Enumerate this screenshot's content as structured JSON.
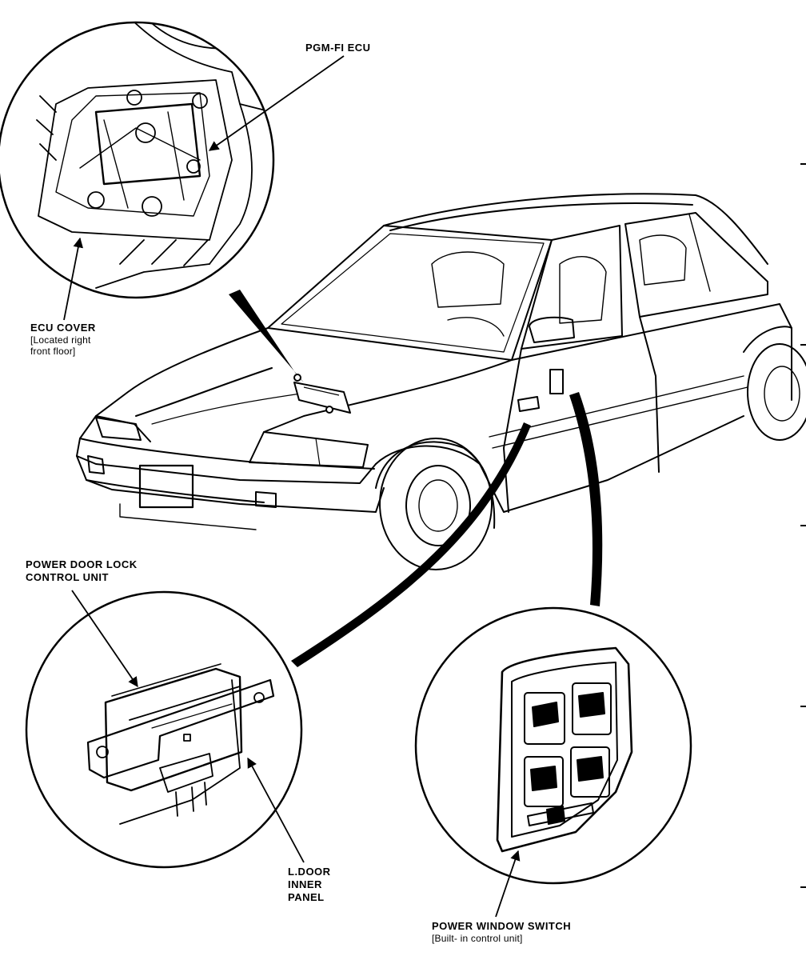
{
  "labels": {
    "pgm_fi_ecu": "PGM-FI ECU",
    "ecu_cover": "ECU COVER",
    "ecu_cover_note_1": "[Located right",
    "ecu_cover_note_2": "front floor]",
    "power_door_lock_1": "POWER DOOR LOCK",
    "power_door_lock_2": "CONTROL UNIT",
    "l_door_1": "L.DOOR",
    "l_door_2": "INNER",
    "l_door_3": "PANEL",
    "power_window_switch": "POWER WINDOW SWITCH",
    "power_window_note": "[Built- in control unit]"
  },
  "colors": {
    "ink": "#000000",
    "paper": "#ffffff"
  }
}
